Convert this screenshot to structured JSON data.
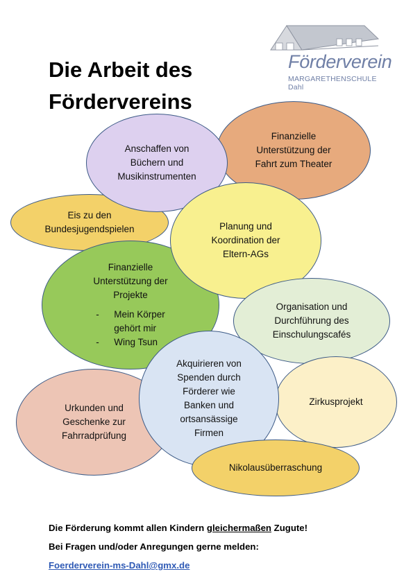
{
  "title": {
    "line1": "Die Arbeit des",
    "line2": "Fördervereins"
  },
  "logo": {
    "name": "Förderverein",
    "subtitle": "MARGARETHENSCHULE Dahl"
  },
  "bubbles": {
    "buecher": "Anschaffen von\nBüchern und\nMusikinstrumenten",
    "theater": "Finanzielle\nUnterstützung der\nFahrt zum Theater",
    "eis": "Eis zu den\nBundesjugendspielen",
    "planung": "Planung und\nKoordination der\nEltern-AGs",
    "projekte": {
      "text": "Finanzielle\nUnterstützung der\nProjekte",
      "items": [
        "Mein Körper\ngehört mir",
        "Wing Tsun"
      ],
      "bullet": "-"
    },
    "einschulung": "Organisation und\nDurchführung des\nEinschulungscafés",
    "spenden": "Akquirieren von\nSpenden durch\nFörderer wie\nBanken und\nortsansässige\nFirmen",
    "zirkus": "Zirkusprojekt",
    "urkunden": "Urkunden und\nGeschenke zur\nFahrradprüfung",
    "nikolaus": "Nikolausüberraschung"
  },
  "colors": {
    "purple": "#ddd0ef",
    "orange": "#e7aa7d",
    "yellow_dark": "#f3d169",
    "yellow_light": "#f8f08f",
    "green": "#97c95a",
    "green_light": "#e3eed6",
    "blue_light": "#d9e4f3",
    "cream": "#fcf0c8",
    "pink": "#edc5b5",
    "border": "#3c5a86"
  },
  "footer": {
    "line1_before": "Die Förderung kommt allen Kindern ",
    "line1_underlined": "gleichermaßen",
    "line1_after": " Zugute!",
    "line2": "Bei Fragen und/oder Anregungen gerne melden:",
    "email": "Foerderverein-ms-Dahl@gmx.de"
  }
}
